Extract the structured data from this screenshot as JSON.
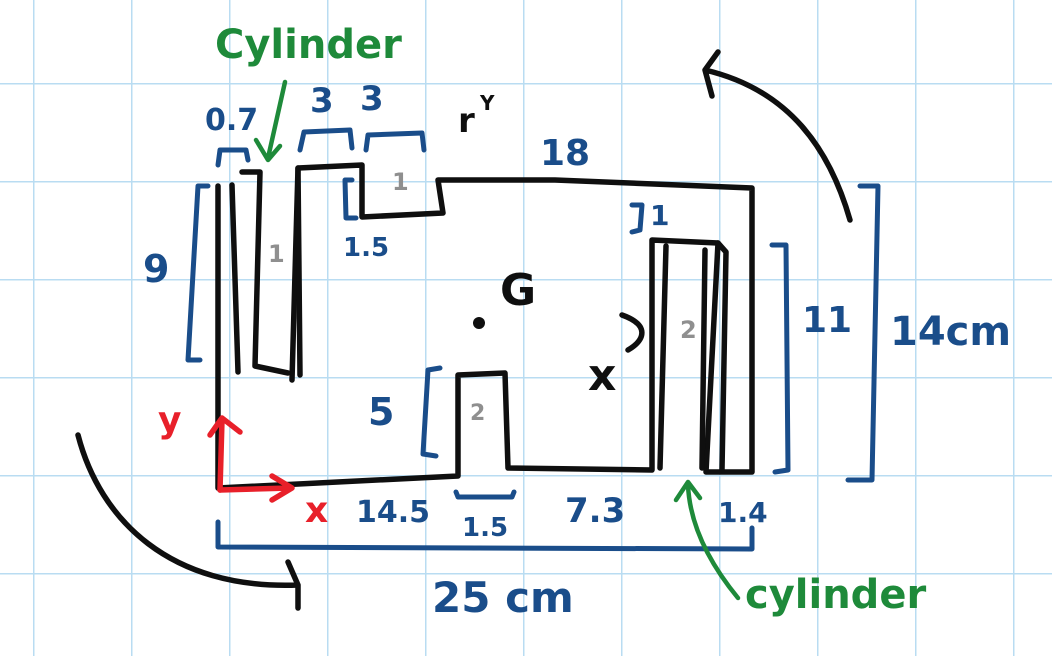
{
  "colors": {
    "ink": "#0f0f0f",
    "dimension_blue": "#1a4d8a",
    "annotation_green": "#1e8a3a",
    "axis_red": "#e8202a",
    "region_grey": "#8f8f8f",
    "grid_line": "#b9dcf2"
  },
  "annotations": {
    "cylinder_top": "Cylinder",
    "cylinder_bottom": "cylinder"
  },
  "dimensions": {
    "d_0_7": "0.7",
    "d_3_left": "3",
    "d_3_right": "3",
    "d_18": "18",
    "d_1_5_top": "1.5",
    "d_9": "9",
    "d_1_right": "1",
    "d_11": "11",
    "d_14cm": "14cm",
    "d_5": "5",
    "d_14_5": "14.5",
    "d_1_5_bottom": "1.5",
    "d_7_3": "7.3",
    "d_1_4": "1.4",
    "d_25cm": "25 cm"
  },
  "regions": {
    "r1_left_cylinder": "1",
    "r1_top_notch": "1",
    "r2_right_cylinder": "2",
    "r2_bottom_tab": "2"
  },
  "labels": {
    "centroid": "G",
    "x_axis": "x",
    "y_axis": "y",
    "x_bar": "x",
    "ry": "r"
  }
}
